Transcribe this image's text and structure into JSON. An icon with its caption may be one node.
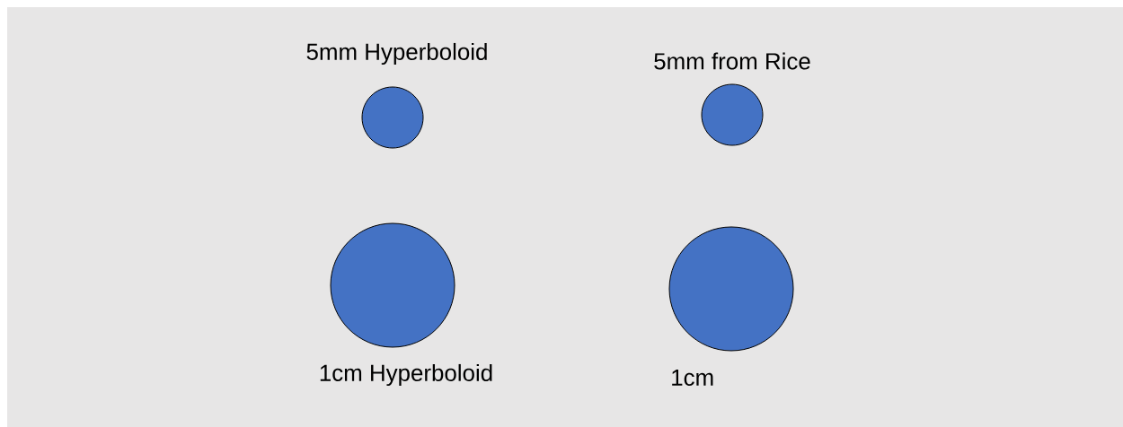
{
  "diagram": {
    "nodes": [
      {
        "text": [
          "5mm Hyperboloid"
        ]
      },
      {
        "text": [
          "5mm from Rice"
        ]
      },
      {
        "text": [
          "1cm Hyperboloid"
        ]
      },
      {
        "text": [
          "1cm"
        ]
      }
    ]
  }
}
